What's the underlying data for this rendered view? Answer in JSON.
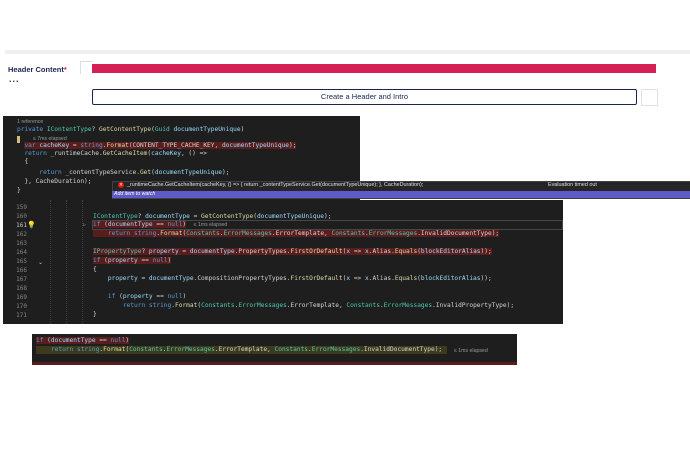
{
  "cms": {
    "header_label": "Header Content",
    "required_mark": "*",
    "dots": "...",
    "create_button": "Create a Header and Intro",
    "accent_color": "#d42054"
  },
  "panel1": {
    "codelens_refs": "1 reference",
    "lines": [
      "private IContentType? GetContentType(Guid documentTypeUnique)",
      "{",
      "    var cacheKey = string.Format(CONTENT_TYPE_CACHE_KEY, documentTypeUnique);",
      "    return _runtimeCache.GetCacheItem(cacheKey, () =>",
      "    {",
      "        return _contentTypeService.Get(documentTypeUnique);",
      "    }, CacheDuration);",
      "}"
    ],
    "perf_tip": "≤ 7ms elapsed"
  },
  "datatip": {
    "expression": "_runtimeCache.GetCacheItem(cacheKey, () => { return _contentTypeService.Get(documentTypeUnique); }, CacheDuration);",
    "status": "Evaluation timed out",
    "add_watch": "Add item to watch",
    "error_icon": "error-icon"
  },
  "panel2": {
    "line_numbers": [
      "159",
      "160",
      "161",
      "162",
      "163",
      "164",
      "165",
      "166",
      "167",
      "168",
      "169",
      "170",
      "171"
    ],
    "lines": [
      "",
      "            IContentType? documentType = GetContentType(documentTypeUnique);",
      "            if (documentType == null)",
      "                return string.Format(Constants.ErrorMessages.ErrorTemplate, Constants.ErrorMessages.InvalidDocumentType);",
      "",
      "            IPropertyType? property = documentType.PropertyTypes.FirstOrDefault(x => x.Alias.Equals(blockEditorAlias));",
      "            if (property == null)",
      "            {",
      "                property = documentType.CompositionPropertyTypes.FirstOrDefault(x => x.Alias.Equals(blockEditorAlias));",
      "",
      "                if (property == null)",
      "                    return string.Format(Constants.ErrorMessages.ErrorTemplate, Constants.ErrorMessages.InvalidPropertyType);",
      "            }"
    ],
    "perf_tip": "≤ 1ms elapsed",
    "current_line": "161"
  },
  "panel3": {
    "lines": [
      "if (documentType == null)",
      "    return string.Format(Constants.ErrorMessages.ErrorTemplate, Constants.ErrorMessages.InvalidDocumentType);"
    ],
    "perf_tip": "≤ 1ms elapsed"
  }
}
